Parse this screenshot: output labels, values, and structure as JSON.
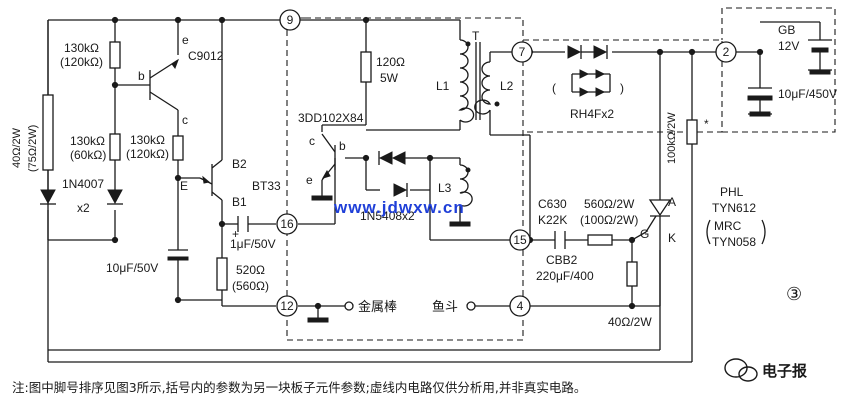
{
  "pins": {
    "p9": "9",
    "p7": "7",
    "p2": "2",
    "p16": "16",
    "p15": "15",
    "p12": "12",
    "p4": "4"
  },
  "labels": {
    "r1": "130kΩ",
    "r1_alt": "(120kΩ)",
    "r2": "130kΩ",
    "r2_alt": "(60kΩ)",
    "r3": "130kΩ",
    "r3_alt": "(120kΩ)",
    "r4": "40Ω/2W",
    "r4_alt": "(75Ω/2W)",
    "q1": "C9012",
    "q1_b": "b",
    "q1_e": "e",
    "q1_c": "c",
    "d1": "1N4007",
    "d1_x": "x2",
    "ujt_b2": "B2",
    "ujt": "BT33",
    "ujt_e": "E",
    "ujt_b1": "B1",
    "c1": "1μF/50V",
    "c1_plus": "+",
    "c2": "10μF/50V",
    "r5": "520Ω",
    "r5_alt": "(560Ω)",
    "r6": "120Ω",
    "r6_b": "5W",
    "t": "T",
    "l1": "L1",
    "l2": "L2",
    "l3": "L3",
    "q2": "3DD102X84",
    "q2_c": "c",
    "q2_b": "b",
    "q2_e": "e",
    "d2": "1N5408x2",
    "bridge_open": "(",
    "bridge_close": ")",
    "bridge": "RH4Fx2",
    "gb": "GB",
    "gb_v": "12V",
    "c3": "10μF/450V",
    "r7": "100kΩ/2W",
    "r7_mark": "*",
    "c4": "C630",
    "c4_b": "K22K",
    "c4_alt": "CBB2",
    "c4_alt_b": "220μF/400",
    "r8": "560Ω/2W",
    "r8_alt": "(100Ω/2W)",
    "r9": "40Ω/2W",
    "scr_a": "A",
    "scr_g": "G",
    "scr_k": "K",
    "scr1": "PHL",
    "scr2": "TYN612",
    "scr3": "MRC",
    "scr4": "TYN058",
    "metal_rod": "金属棒",
    "bucket": "鱼斗",
    "fig_no": "③",
    "site": "www.jdwxw.cn",
    "watermark": "电子报"
  },
  "note": "注:图中脚号排序见图3所示,括号内的参数为另一块板子元件参数;虚线内电路仅供分析用,并非真实电路。"
}
